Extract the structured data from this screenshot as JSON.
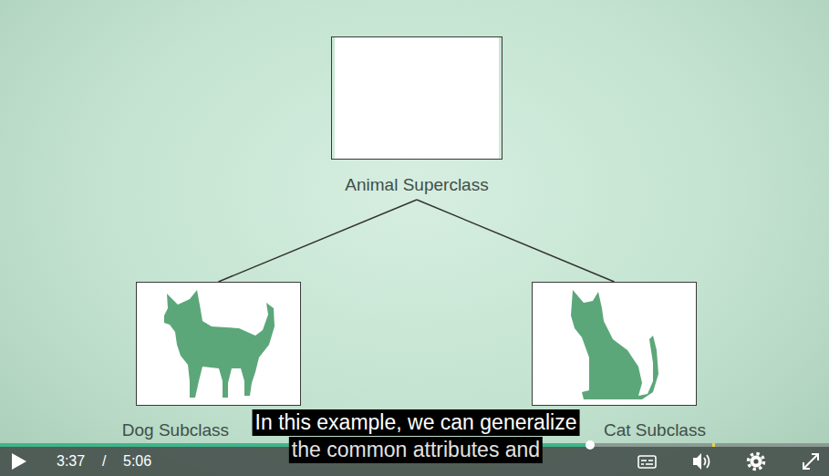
{
  "diagram": {
    "nodes": [
      {
        "text": [
          "Animal Superclass"
        ]
      },
      {
        "text": [
          "Dog Subclass"
        ]
      },
      {
        "text": [
          "Cat Subclass"
        ]
      }
    ],
    "edges": [
      {
        "from": 0,
        "to": 1,
        "arrow": "none"
      },
      {
        "from": 0,
        "to": 2,
        "arrow": "none"
      }
    ],
    "labels": [
      "In this example, we can generalize",
      "the common attributes and",
      "3:37",
      "/",
      "5:06"
    ]
  }
}
